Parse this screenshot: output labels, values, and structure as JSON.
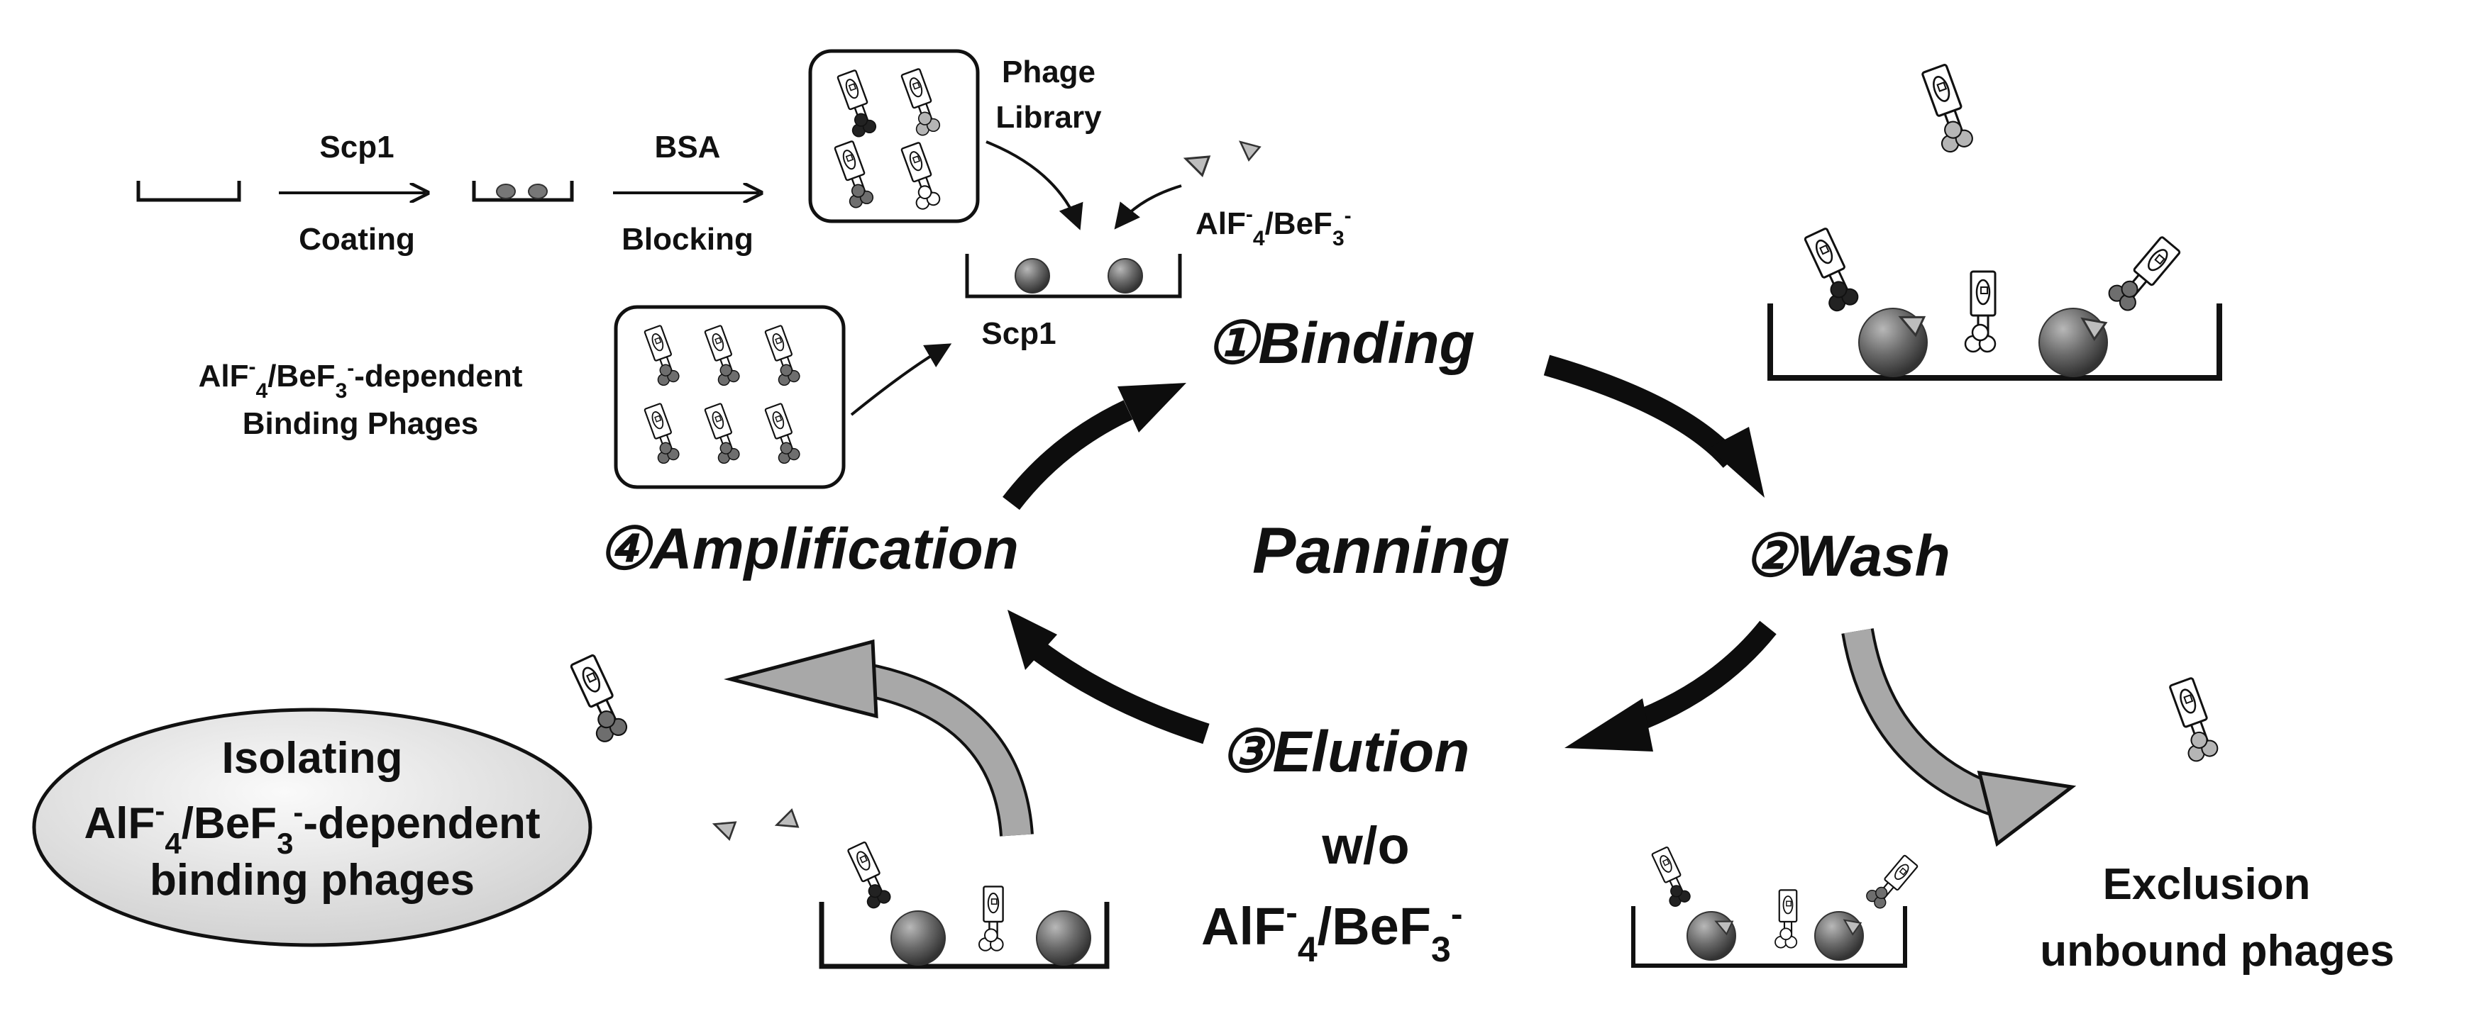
{
  "labels": {
    "scp1_top": "Scp1",
    "coating": "Coating",
    "bsa": "BSA",
    "blocking": "Blocking",
    "phage_library_1": "Phage",
    "phage_library_2": "Library",
    "alf_top": "AlF4-/BeF3-",
    "scp1_well": "Scp1",
    "dependent_1": "AlF4-/BeF3--dependent",
    "dependent_2": "Binding Phages",
    "isolating_1": "Isolating",
    "isolating_2": "AlF4-/BeF3--dependent",
    "isolating_3": "binding phages",
    "wo": "w/o",
    "wo_alf": "AlF4-/BeF3-",
    "exclusion_1": "Exclusion",
    "exclusion_2": "unbound phages"
  },
  "steps": {
    "binding": "①Binding",
    "wash": "②Wash",
    "elution": "③Elution",
    "amplification": "④Amplification",
    "panning": "Panning"
  },
  "colors": {
    "dark_arrow": "#0d0d0d",
    "gray_arrow": "#a8a8a8",
    "bead": "#6b6b6b",
    "ellipse_fill": "#e4e4e4"
  }
}
